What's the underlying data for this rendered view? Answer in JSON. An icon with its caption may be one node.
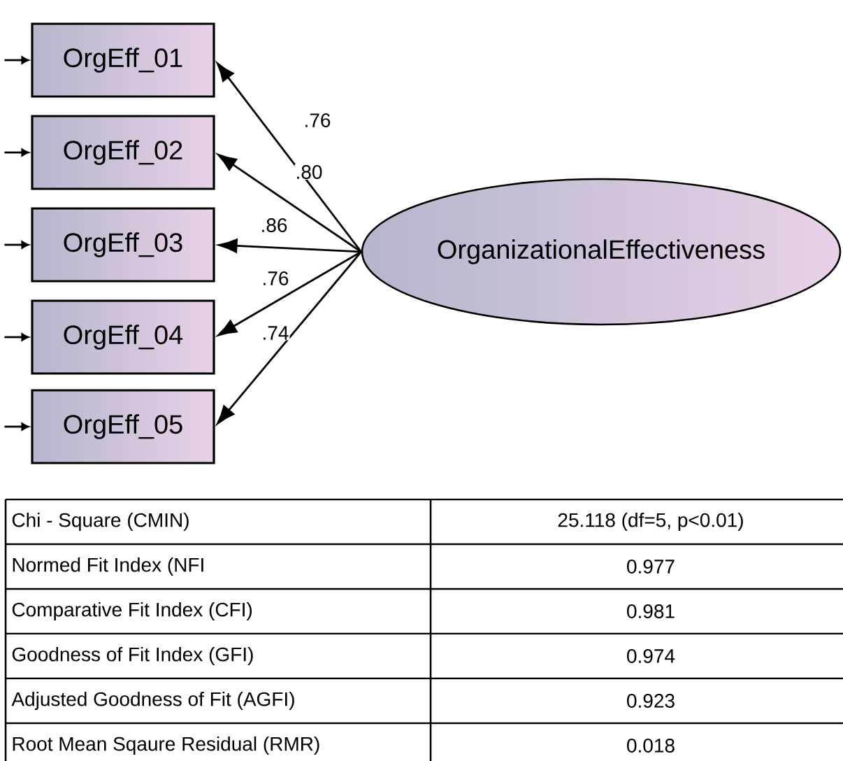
{
  "diagram": {
    "nodes": [
      {
        "text": [
          "OrgEff_01"
        ]
      },
      {
        "text": [
          "OrgEff_02"
        ]
      },
      {
        "text": [
          "OrgEff_03"
        ]
      },
      {
        "text": [
          "OrgEff_04"
        ]
      },
      {
        "text": [
          "OrgEff_05"
        ]
      },
      {
        "text": [
          "OrganizationalEffectiveness"
        ]
      }
    ],
    "edges": [
      {
        "from": 5,
        "to": 0,
        "arrow": "to",
        "label": ".76"
      },
      {
        "from": 5,
        "to": 1,
        "arrow": "to",
        "label": ".80"
      },
      {
        "from": 5,
        "to": 2,
        "arrow": "to",
        "label": ".86"
      },
      {
        "from": 5,
        "to": 3,
        "arrow": "to",
        "label": ".76"
      },
      {
        "from": 5,
        "to": 4,
        "arrow": "to",
        "label": ".74"
      },
      {
        "from": null,
        "to": 0,
        "arrow": "to"
      },
      {
        "from": null,
        "to": 1,
        "arrow": "to"
      },
      {
        "from": null,
        "to": 2,
        "arrow": "to"
      },
      {
        "from": null,
        "to": 3,
        "arrow": "to"
      },
      {
        "from": null,
        "to": 4,
        "arrow": "to"
      }
    ],
    "labels": [
      "Chi - Square (CMIN)",
      "25.118 (df=5, p<0.01)",
      "Normed Fit Index (NFI",
      "0.977",
      "Comparative Fit Index (CFI)",
      "0.981",
      "Goodness of Fit Index (GFI)",
      "0.974",
      "Adjusted Goodness of Fit (AGFI)",
      "0.923",
      "Root Mean Sqaure Residual (RMR)",
      "0.018"
    ]
  }
}
